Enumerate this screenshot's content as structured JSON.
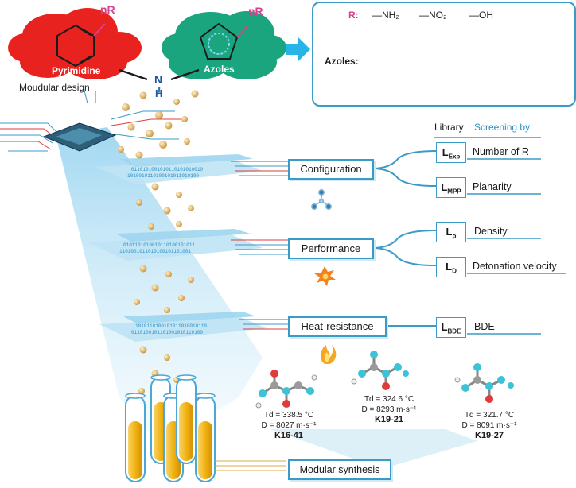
{
  "top": {
    "pyrimidine_label": "Pyrimidine",
    "azoles_label": "Azoles",
    "nr_left": "nR",
    "nr_right": "nR",
    "linker_n": "N",
    "linker_h": "H",
    "design_label": "Moudular design"
  },
  "legend": {
    "r_label": "R:",
    "substituents": [
      "—NH₂",
      "—NO₂",
      "—OH"
    ],
    "azoles_label": "Azoles:"
  },
  "library_header": "Library",
  "screening_header": "Screening by",
  "stages": [
    {
      "label": "Configuration"
    },
    {
      "label": "Performance"
    },
    {
      "label": "Heat-resistance"
    }
  ],
  "libraries": [
    {
      "main": "L",
      "sub": "Exp",
      "criterion": "Number of R"
    },
    {
      "main": "L",
      "sub": "MPP",
      "criterion": "Planarity"
    },
    {
      "main": "L",
      "sub": "ρ",
      "criterion": "Density"
    },
    {
      "main": "L",
      "sub": "D",
      "criterion": "Detonation velocity"
    },
    {
      "main": "L",
      "sub": "BDE",
      "criterion": "BDE"
    }
  ],
  "molecules": [
    {
      "td": "Td = 338.5 °C",
      "d": "D = 8027 m·s⁻¹",
      "name": "K16-41"
    },
    {
      "td": "Td = 324.6 °C",
      "d": "D = 8293 m·s⁻¹",
      "name": "K19-21"
    },
    {
      "td": "Td = 321.7 °C",
      "d": "D = 8091 m·s⁻¹",
      "name": "K19-27"
    }
  ],
  "synthesis_label": "Modular synthesis",
  "colors": {
    "pyrimidine_cloud": "#e8231f",
    "azole_cloud": "#1aa57e",
    "accent_blue": "#3a9bc7",
    "arrow_cyan": "#27b4e6",
    "droplet": "#d5a95a",
    "tube_fill": "#f2b311"
  }
}
